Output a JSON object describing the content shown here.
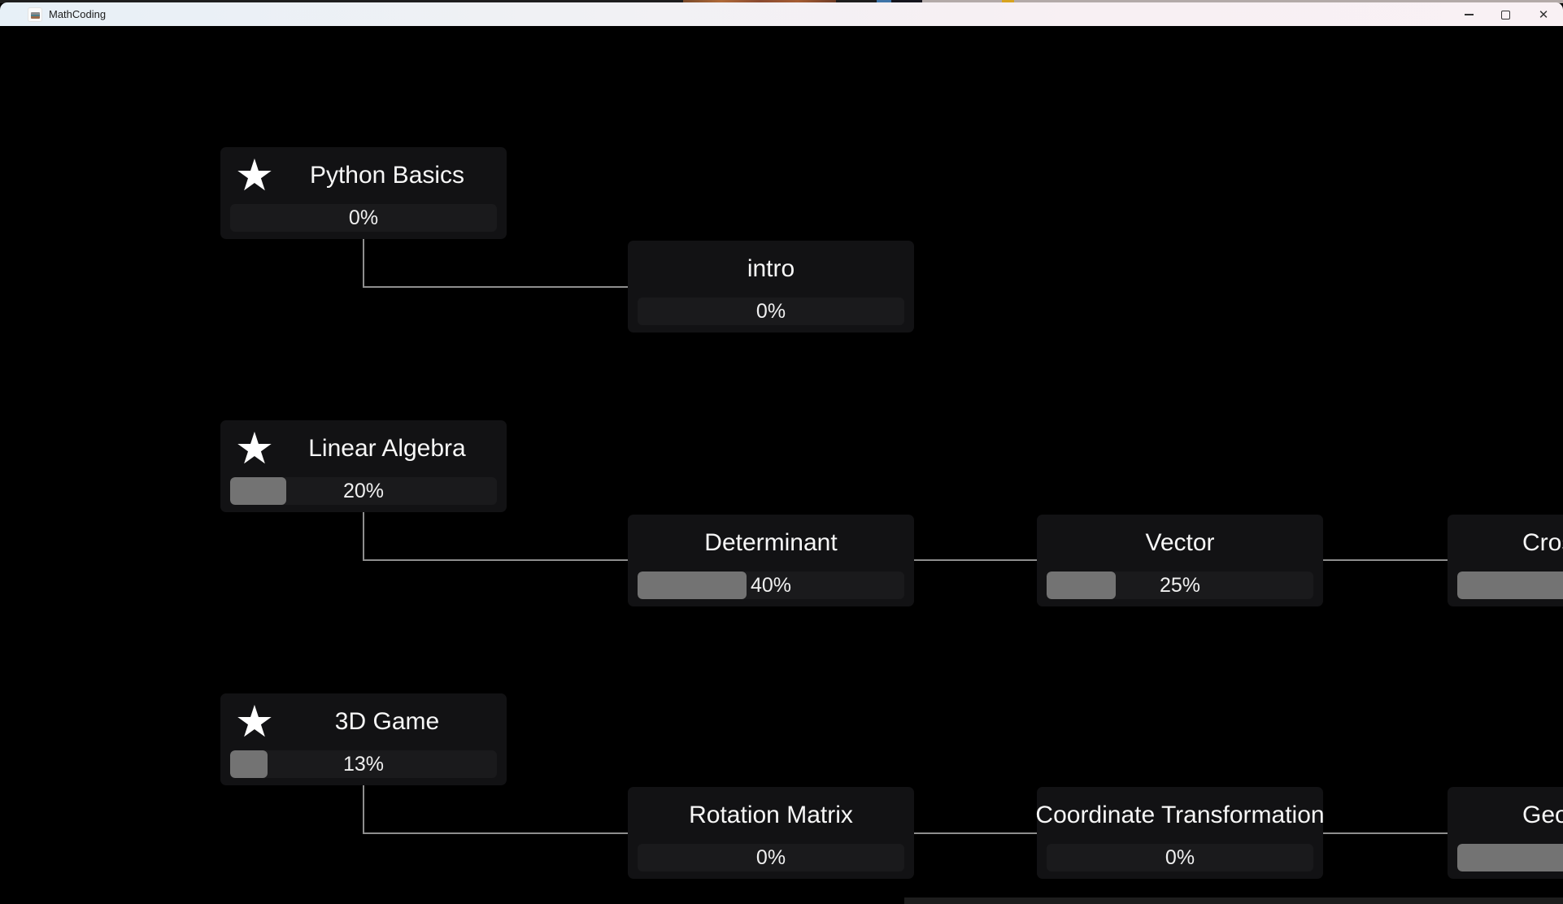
{
  "window": {
    "title": "MathCoding"
  },
  "icons": {
    "star": "★",
    "close": "✕"
  },
  "colors": {
    "background": "#000000",
    "card_bg": "#121214",
    "track_bg": "#1a1a1c",
    "progress_fill": "#737373",
    "connector": "#8e8e8e",
    "text": "#f7f7f7",
    "titlebar_left": "#e7f0f7",
    "titlebar_right": "#f9f1f4"
  },
  "nodes": [
    {
      "id": "python-basics",
      "title": "Python Basics",
      "percent_label": "0%",
      "fill_pct": 0,
      "starred": true
    },
    {
      "id": "intro",
      "title": "intro",
      "percent_label": "0%",
      "fill_pct": 0,
      "starred": false
    },
    {
      "id": "linear-algebra",
      "title": "Linear Algebra",
      "percent_label": "20%",
      "fill_pct": 21,
      "starred": true
    },
    {
      "id": "determinant",
      "title": "Determinant",
      "percent_label": "40%",
      "fill_pct": 41,
      "starred": false
    },
    {
      "id": "vector",
      "title": "Vector",
      "percent_label": "25%",
      "fill_pct": 26,
      "starred": false
    },
    {
      "id": "cross-truncated",
      "title": "Cros",
      "percent_label": "",
      "fill_pct": 62,
      "starred": false
    },
    {
      "id": "3d-game",
      "title": "3D Game",
      "percent_label": "13%",
      "fill_pct": 14,
      "starred": true
    },
    {
      "id": "rotation-matrix",
      "title": "Rotation Matrix",
      "percent_label": "0%",
      "fill_pct": 0,
      "starred": false
    },
    {
      "id": "coordinate-transformation",
      "title": "Coordinate Transformation",
      "percent_label": "0%",
      "fill_pct": 0,
      "starred": false
    },
    {
      "id": "geom-truncated",
      "title": "Geom",
      "percent_label": "",
      "fill_pct": 62,
      "starred": false
    }
  ]
}
